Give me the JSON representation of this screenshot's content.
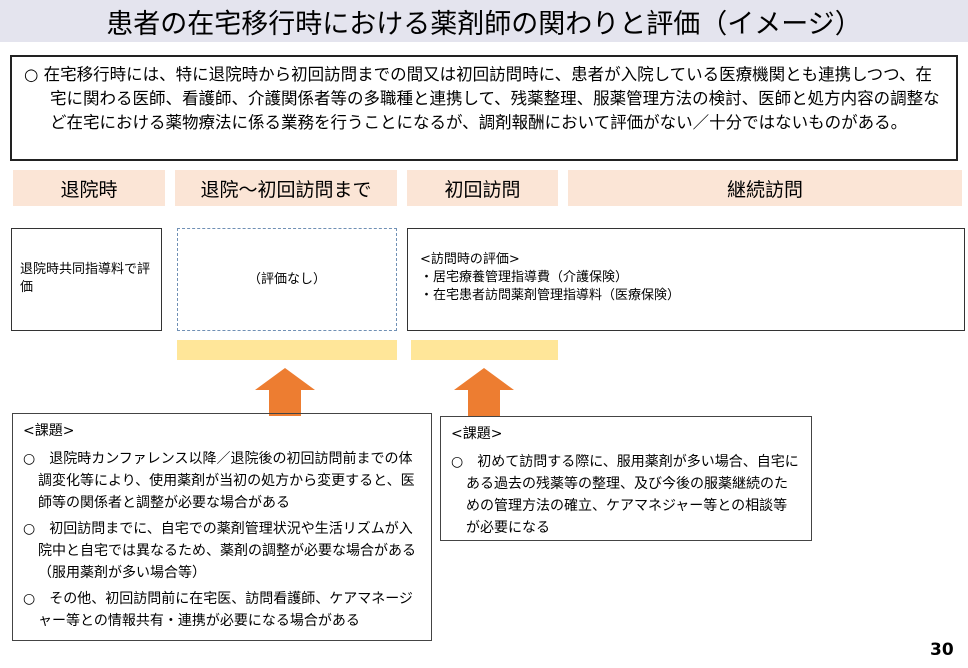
{
  "title": "患者の在宅移行時における薬剤師の関わりと評価（イメージ）",
  "intro": "○ 在宅移行時には、特に退院時から初回訪問までの間又は初回訪問時に、患者が入院している医療機関とも連携しつつ、在宅に関わる医師、看護師、介護関係者等の多職種と連携して、残薬整理、服薬管理方法の検討、医師と処方内容の調整など在宅における薬物療法に係る業務を行うことになるが、調剤報酬において評価がない／十分ではないものがある。",
  "phases": [
    "退院時",
    "退院～初回訪問まで",
    "初回訪問",
    "継続訪問"
  ],
  "evaluations": {
    "discharge": "退院時共同指導料で評価",
    "pre_visit": "（評価なし）",
    "visit_heading": "<訪問時の評価>",
    "visit_items": [
      "・居宅療養管理指導費（介護保険）",
      "・在宅患者訪問薬剤管理指導料（医療保険）"
    ]
  },
  "issues_left": {
    "heading": "<課題>",
    "items": [
      "○　退院時カンファレンス以降／退院後の初回訪問前までの体調変化等により、使用薬剤が当初の処方から変更すると、医師等の関係者と調整が必要な場合がある",
      "○　初回訪問までに、自宅での薬剤管理状況や生活リズムが入院中と自宅では異なるため、薬剤の調整が必要な場合がある（服用薬剤が多い場合等）",
      "○　その他、初回訪問前に在宅医、訪問看護師、ケアマネージャー等との情報共有・連携が必要になる場合がある"
    ]
  },
  "issues_right": {
    "heading": "<課題>",
    "items": [
      "○　初めて訪問する際に、服用薬剤が多い場合、自宅にある過去の残薬等の整理、及び今後の服薬継続のための管理方法の確立、ケアマネジャー等との相談等が必要になる"
    ]
  },
  "page_number": "30",
  "colors": {
    "header": "#fbe5d6",
    "highlight": "#ffe699",
    "arrow": "#ed7d31"
  }
}
